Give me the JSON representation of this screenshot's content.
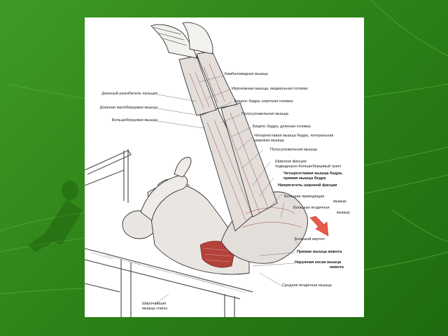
{
  "slide": {
    "background_color": "#2f8418",
    "panel_color": "#ffffff",
    "arrow_color": "#e85a4a"
  },
  "illustration": {
    "subject": "reverse crunch leg raise muscle anatomy",
    "labels": {
      "l1": "Длинный разгибатель пальцев",
      "l2": "Длинная малоберцовая мышца",
      "l3": "Большеберцовая мышца",
      "r1": "Камбаловидная мышца",
      "r2": "Икроножная мышца, медиальная головка",
      "r3": "Бицепс бедра, короткая головка",
      "r4": "Полусухожильная мышца",
      "r5": "Бицепс бедра, длинная головка",
      "r6a": "Четырехглавая мышца бедра, латеральная",
      "r6b": "широкая мышца",
      "r7": "Полусухожильная мышца",
      "r8a": "Широкая фасция",
      "r8b": "подвздошно-большеберцовый тракт",
      "r9a": "Четырехглавая мышца бедра,",
      "r9b": "прямая мышца бедра",
      "r10": "Напрягатель широкой фасции",
      "r11a": "Большая приводящая",
      "r11b": "мышца",
      "r12a": "Большая ягодичная",
      "r12b": "мышца",
      "r13": "Большой вертел",
      "r14": "Прямая мышца живота",
      "r15a": "Наружная косая мышца",
      "r15b": "живота",
      "r16": "Средняя ягодичная мышца",
      "b1a": "Широчайшая",
      "b1b": "мышца спины"
    }
  }
}
